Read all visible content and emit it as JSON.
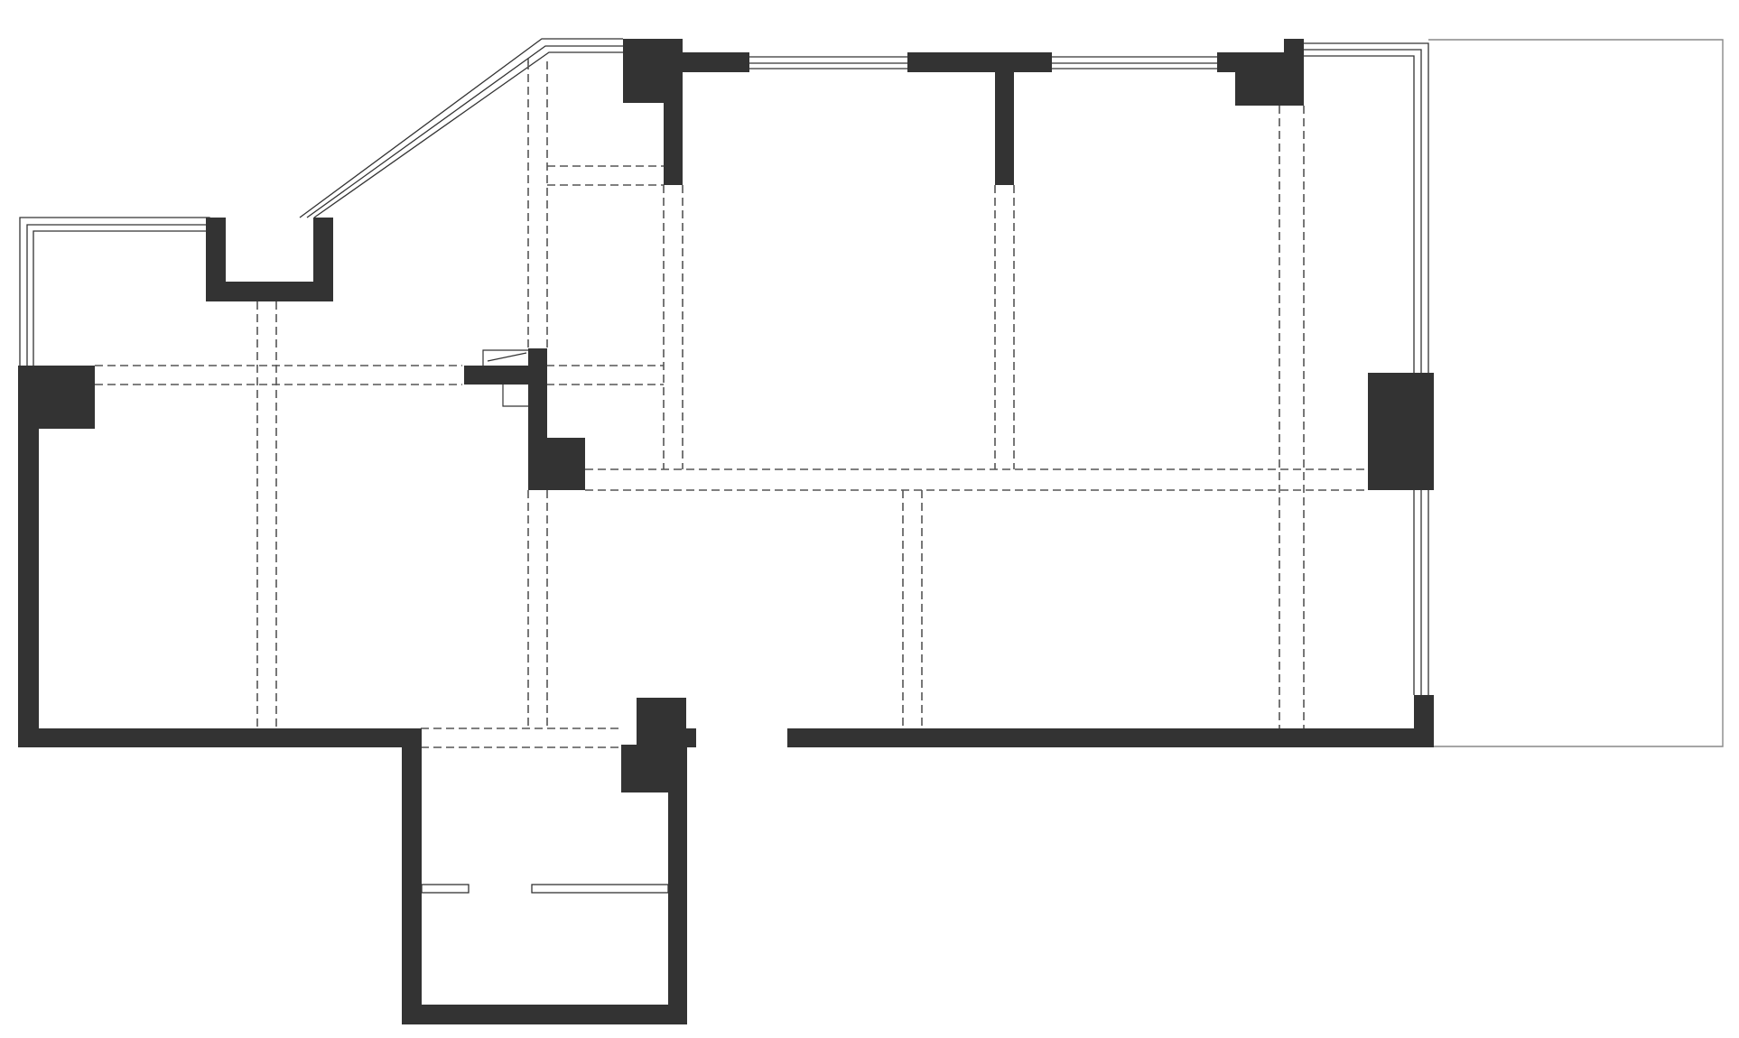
{
  "diagram": {
    "type": "architectural-floor-plan",
    "labels": [],
    "colors": {
      "background": "#ffffff",
      "wall_fill": "#333333",
      "window_line": "#333333",
      "beam_dash": "#555555",
      "outline": "#888888"
    },
    "elements": [
      "structural-walls",
      "structural-columns",
      "window-frames",
      "ceiling-beams",
      "balcony-outline"
    ]
  }
}
